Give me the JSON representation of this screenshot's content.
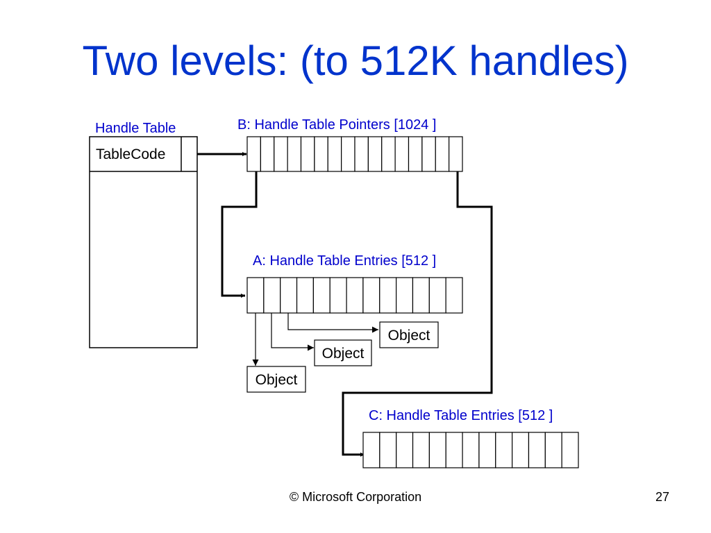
{
  "slide": {
    "title": "Two levels: (to 512K handles)",
    "footer": "© Microsoft Corporation",
    "page_number": "27"
  },
  "diagram": {
    "handle_table": {
      "label": "Handle Table",
      "field": "TableCode"
    },
    "pointers_table": {
      "label": "B: Handle Table Pointers [1024 ]",
      "cells_shown": 16
    },
    "entries_a": {
      "label": "A: Handle Table Entries [512 ]",
      "cells_shown": 13
    },
    "entries_c": {
      "label": "C: Handle Table Entries [512 ]",
      "cells_shown": 13
    },
    "objects": [
      "Object",
      "Object",
      "Object"
    ]
  },
  "colors": {
    "title": "#0033cc",
    "label": "#0000cc",
    "line": "#000000"
  }
}
